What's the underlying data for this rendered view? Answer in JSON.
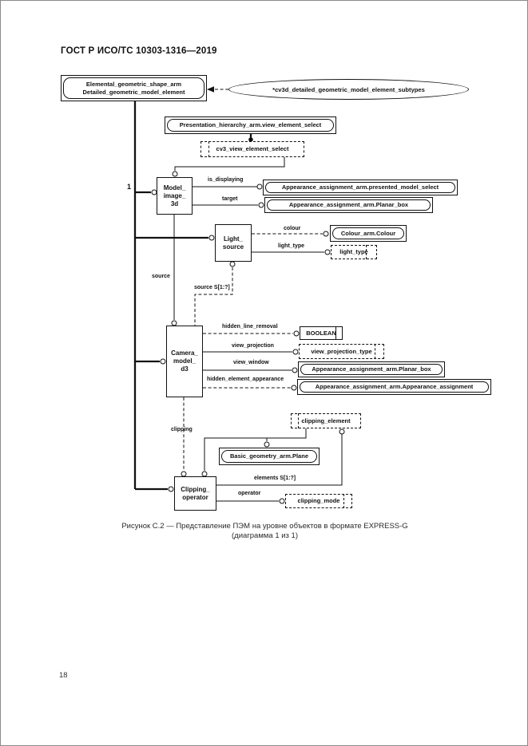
{
  "page": {
    "header": "ГОСТ Р ИСО/ТС 10303-1316—2019",
    "page_number": "18",
    "caption": {
      "line1": "Рисунок С.2 — Представление ПЭМ на уровне объектов в формате EXPRESS-G",
      "line2": "(диаграмма 1 из 1)"
    }
  },
  "diagram": {
    "type": "EXPRESS-G",
    "nodes": {
      "elemental": {
        "line1": "Elemental_geometric_shape_arm",
        "line2": "Detailed_geometric_model_element"
      },
      "subtypes_ellipse": {
        "label": "*cv3d_detailed_geometric_model_element_subtypes"
      },
      "presentation": {
        "label": "Presentation_hierarchy_arm.view_element_select"
      },
      "cv3_select": {
        "label": "cv3_view_element_select"
      },
      "model_image": {
        "line1": "Model_",
        "line2": "image_",
        "line3": "3d"
      },
      "presented_model": {
        "label": "Appearance_assignment_arm.presented_model_select"
      },
      "planar_box_top": {
        "label": "Appearance_assignment_arm.Planar_box"
      },
      "light_source": {
        "line1": "Light_",
        "line2": "source"
      },
      "colour": {
        "label": "Colour_arm.Colour"
      },
      "light_type": {
        "label": "light_type"
      },
      "camera_model": {
        "line1": "Camera_",
        "line2": "model_",
        "line3": "d3"
      },
      "boolean": {
        "label": "BOOLEAN"
      },
      "view_projection_type": {
        "label": "view_projection_type"
      },
      "planar_box_bottom": {
        "label": "Appearance_assignment_arm.Planar_box"
      },
      "appearance_assignment": {
        "label": "Appearance_assignment_arm.Appearance_assignment"
      },
      "clipping_element": {
        "label": "clipping_element"
      },
      "basic_plane": {
        "label": "Basic_geometry_arm.Plane"
      },
      "clipping_operator": {
        "line1": "Clipping_",
        "line2": "operator"
      },
      "clipping_mode": {
        "label": "clipping_mode"
      }
    },
    "edge_labels": {
      "cardinality_one": "1",
      "is_displaying": "is_displaying",
      "target": "target",
      "source": "source",
      "source_set": "source S[1:?]",
      "colour": "colour",
      "light_type": "light_type",
      "hidden_line_removal": "hidden_line_removal",
      "view_projection": "view_projection",
      "view_window": "view_window",
      "hidden_element_appearance": "hidden_element_appearance",
      "clipping": "clipping",
      "elements_set": "elements S[1:?]",
      "operator": "operator"
    }
  }
}
